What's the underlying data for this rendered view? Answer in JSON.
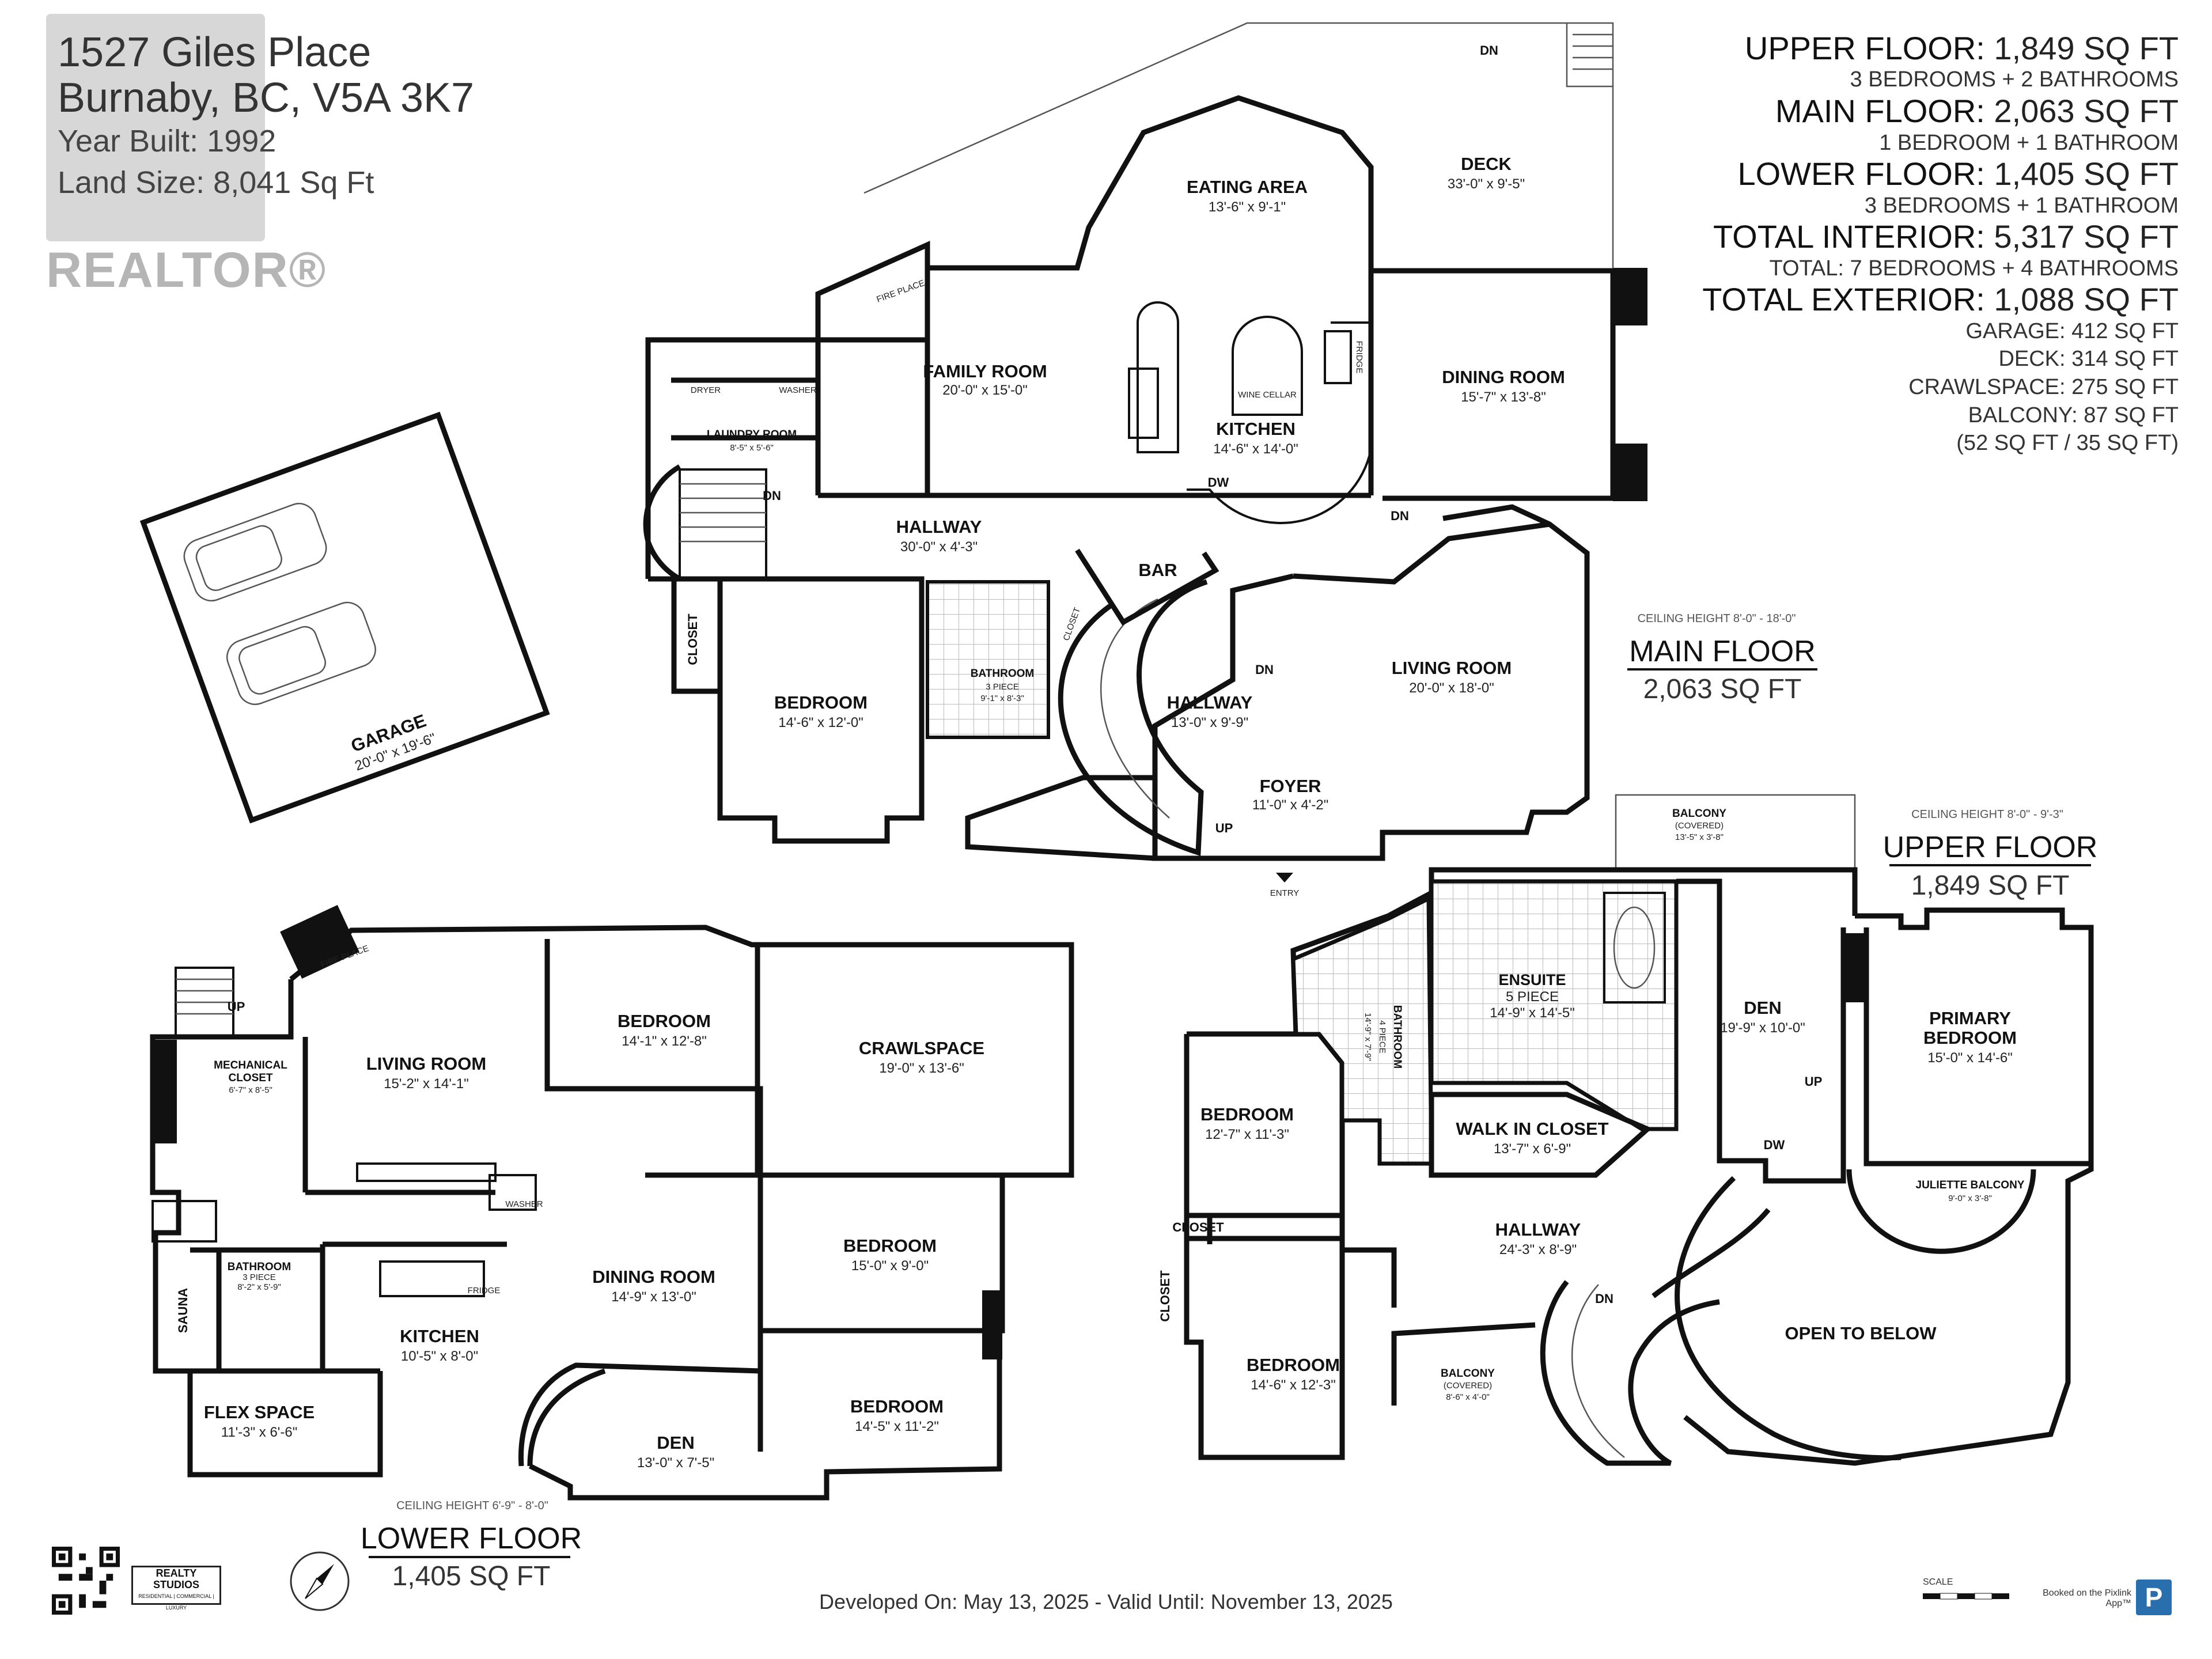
{
  "address": {
    "line1": "1527 Giles Place",
    "line2": "Burnaby, BC, V5A 3K7",
    "year_built": "Year Built: 1992",
    "land_size": "Land Size: 8,041 Sq Ft"
  },
  "watermark": {
    "text": "REALTOR®"
  },
  "summary": [
    {
      "label": "UPPER FLOOR:",
      "value": "1,849 SQ FT",
      "detail": "3 BEDROOMS + 2 BATHROOMS"
    },
    {
      "label": "MAIN FLOOR:",
      "value": "2,063 SQ FT",
      "detail": "1 BEDROOM + 1 BATHROOM"
    },
    {
      "label": "LOWER FLOOR:",
      "value": "1,405 SQ FT",
      "detail": "3 BEDROOMS + 1 BATHROOM"
    },
    {
      "label": "TOTAL INTERIOR:",
      "value": "5,317 SQ FT",
      "detail": "TOTAL: 7 BEDROOMS  + 4 BATHROOMS"
    },
    {
      "label": "TOTAL EXTERIOR:",
      "value": "1,088 SQ FT",
      "detail": ""
    }
  ],
  "exterior_items": [
    "GARAGE: 412 SQ FT",
    "DECK: 314 SQ FT",
    "CRAWLSPACE: 275 SQ FT",
    "BALCONY: 87 SQ FT",
    "(52 SQ FT / 35 SQ FT)"
  ],
  "floors": {
    "main": {
      "title": "MAIN FLOOR",
      "sqft": "2,063 SQ FT",
      "ceiling": "CEILING HEIGHT 8'-0\" - 18'-0\""
    },
    "upper": {
      "title": "UPPER FLOOR",
      "sqft": "1,849 SQ FT",
      "ceiling": "CEILING HEIGHT 8'-0\" - 9'-3\""
    },
    "lower": {
      "title": "LOWER FLOOR",
      "sqft": "1,405 SQ FT",
      "ceiling": "CEILING HEIGHT 6'-9\" - 8'-0\""
    }
  },
  "main_rooms": {
    "eating": {
      "name": "EATING AREA",
      "dim": "13'-6\" x 9'-1\""
    },
    "deck": {
      "name": "DECK",
      "dim": "33'-0\" x 9'-5\""
    },
    "family": {
      "name": "FAMILY ROOM",
      "dim": "20'-0\" x 15'-0\""
    },
    "kitchen": {
      "name": "KITCHEN",
      "dim": "14'-6\" x 14'-0\""
    },
    "dining": {
      "name": "DINING ROOM",
      "dim": "15'-7\" x 13'-8\""
    },
    "laundry": {
      "name": "LAUNDRY ROOM",
      "dim": "8'-5\" x 5'-6\""
    },
    "hallway1": {
      "name": "HALLWAY",
      "dim": "30'-0\" x 4'-3\""
    },
    "bedroom": {
      "name": "BEDROOM",
      "dim": "14'-6\" x 12'-0\""
    },
    "bathroom": {
      "name": "BATHROOM",
      "sub": "3 PIECE",
      "dim": "9'-1\" x 8'-3\""
    },
    "hallway2": {
      "name": "HALLWAY",
      "dim": "13'-0\" x 9'-9\""
    },
    "living": {
      "name": "LIVING ROOM",
      "dim": "20'-0\" x 18'-0\""
    },
    "foyer": {
      "name": "FOYER",
      "dim": "11'-0\" x 4'-2\""
    },
    "garage": {
      "name": "GARAGE",
      "dim": "20'-0\" x 19'-6\""
    },
    "bar": "BAR",
    "closet": "CLOSET",
    "closet_small": "CLOSET",
    "fridge": "FRIDGE",
    "wine": "WINE\nCELLAR",
    "dryer": "DRYER",
    "washer": "WASHER",
    "dw": "DW",
    "fireplace": "FIRE PLACE",
    "entry": "ENTRY",
    "dn": "DN",
    "up": "UP"
  },
  "upper_rooms": {
    "balcony_top": {
      "name": "BALCONY",
      "sub": "(COVERED)",
      "dim": "13'-5\" x 3'-8\""
    },
    "ensuite": {
      "name": "ENSUITE",
      "sub": "5 PIECE",
      "dim": "14'-9\" x 14'-5\""
    },
    "den": {
      "name": "DEN",
      "dim": "19'-9\" x 10'-0\""
    },
    "primary": {
      "name": "PRIMARY",
      "name2": "BEDROOM",
      "dim": "15'-0\" x 14'-6\""
    },
    "bathroom": {
      "name": "BATHROOM",
      "sub": "4 PIECE",
      "dim": "14'-9\" x 7'-9\""
    },
    "bedroom1": {
      "name": "BEDROOM",
      "dim": "12'-7\" x 11'-3\""
    },
    "walkin": {
      "name": "WALK IN CLOSET",
      "dim": "13'-7\" x 6'-9\""
    },
    "juliette": {
      "name": "JULIETTE BALCONY",
      "dim": "9'-0\" x 3'-8\""
    },
    "hallway": {
      "name": "HALLWAY",
      "dim": "24'-3\" x 8'-9\""
    },
    "open": {
      "name": "OPEN TO BELOW"
    },
    "bedroom2": {
      "name": "BEDROOM",
      "dim": "14'-6\" x 12'-3\""
    },
    "balcony_bottom": {
      "name": "BALCONY",
      "sub": "(COVERED)",
      "dim": "8'-6\" x 4'-0\""
    },
    "closet1": "CLOSET",
    "closet2": "CLOSET"
  },
  "lower_rooms": {
    "living": {
      "name": "LIVING ROOM",
      "dim": "15'-2\" x 14'-1\""
    },
    "bedroom1": {
      "name": "BEDROOM",
      "dim": "14'-1\" x 12'-8\""
    },
    "crawl": {
      "name": "CRAWLSPACE",
      "dim": "19'-0\" x 13'-6\""
    },
    "mech": {
      "name": "MECHANICAL",
      "name2": "CLOSET",
      "dim": "6'-7\" x 8'-5\""
    },
    "bedroom2": {
      "name": "BEDROOM",
      "dim": "15'-0\" x 9'-0\""
    },
    "bathroom": {
      "name": "BATHROOM",
      "sub": "3 PIECE",
      "dim": "8'-2\" x 5'-9\""
    },
    "dining": {
      "name": "DINING ROOM",
      "dim": "14'-9\" x 13'-0\""
    },
    "kitchen": {
      "name": "KITCHEN",
      "dim": "10'-5\" x 8'-0\""
    },
    "bedroom3": {
      "name": "BEDROOM",
      "dim": "14'-5\" x 11'-2\""
    },
    "flex": {
      "name": "FLEX SPACE",
      "dim": "11'-3\" x 6'-6\""
    },
    "den": {
      "name": "DEN",
      "dim": "13'-0\" x 7'-5\""
    },
    "sauna": "SAUNA",
    "fridge": "FRIDGE",
    "washer": "WASHER",
    "fireplace": "FIRE PLACE"
  },
  "footer": {
    "developed": "Developed On: May 13, 2025 - Valid Until: November 13, 2025",
    "brand": "REALTY STUDIOS",
    "brand_sub": "RESIDENTIAL | COMMERCIAL | LUXURY",
    "scale": "SCALE",
    "booked": "Booked on the Pixlink App™",
    "ptile": "P"
  }
}
